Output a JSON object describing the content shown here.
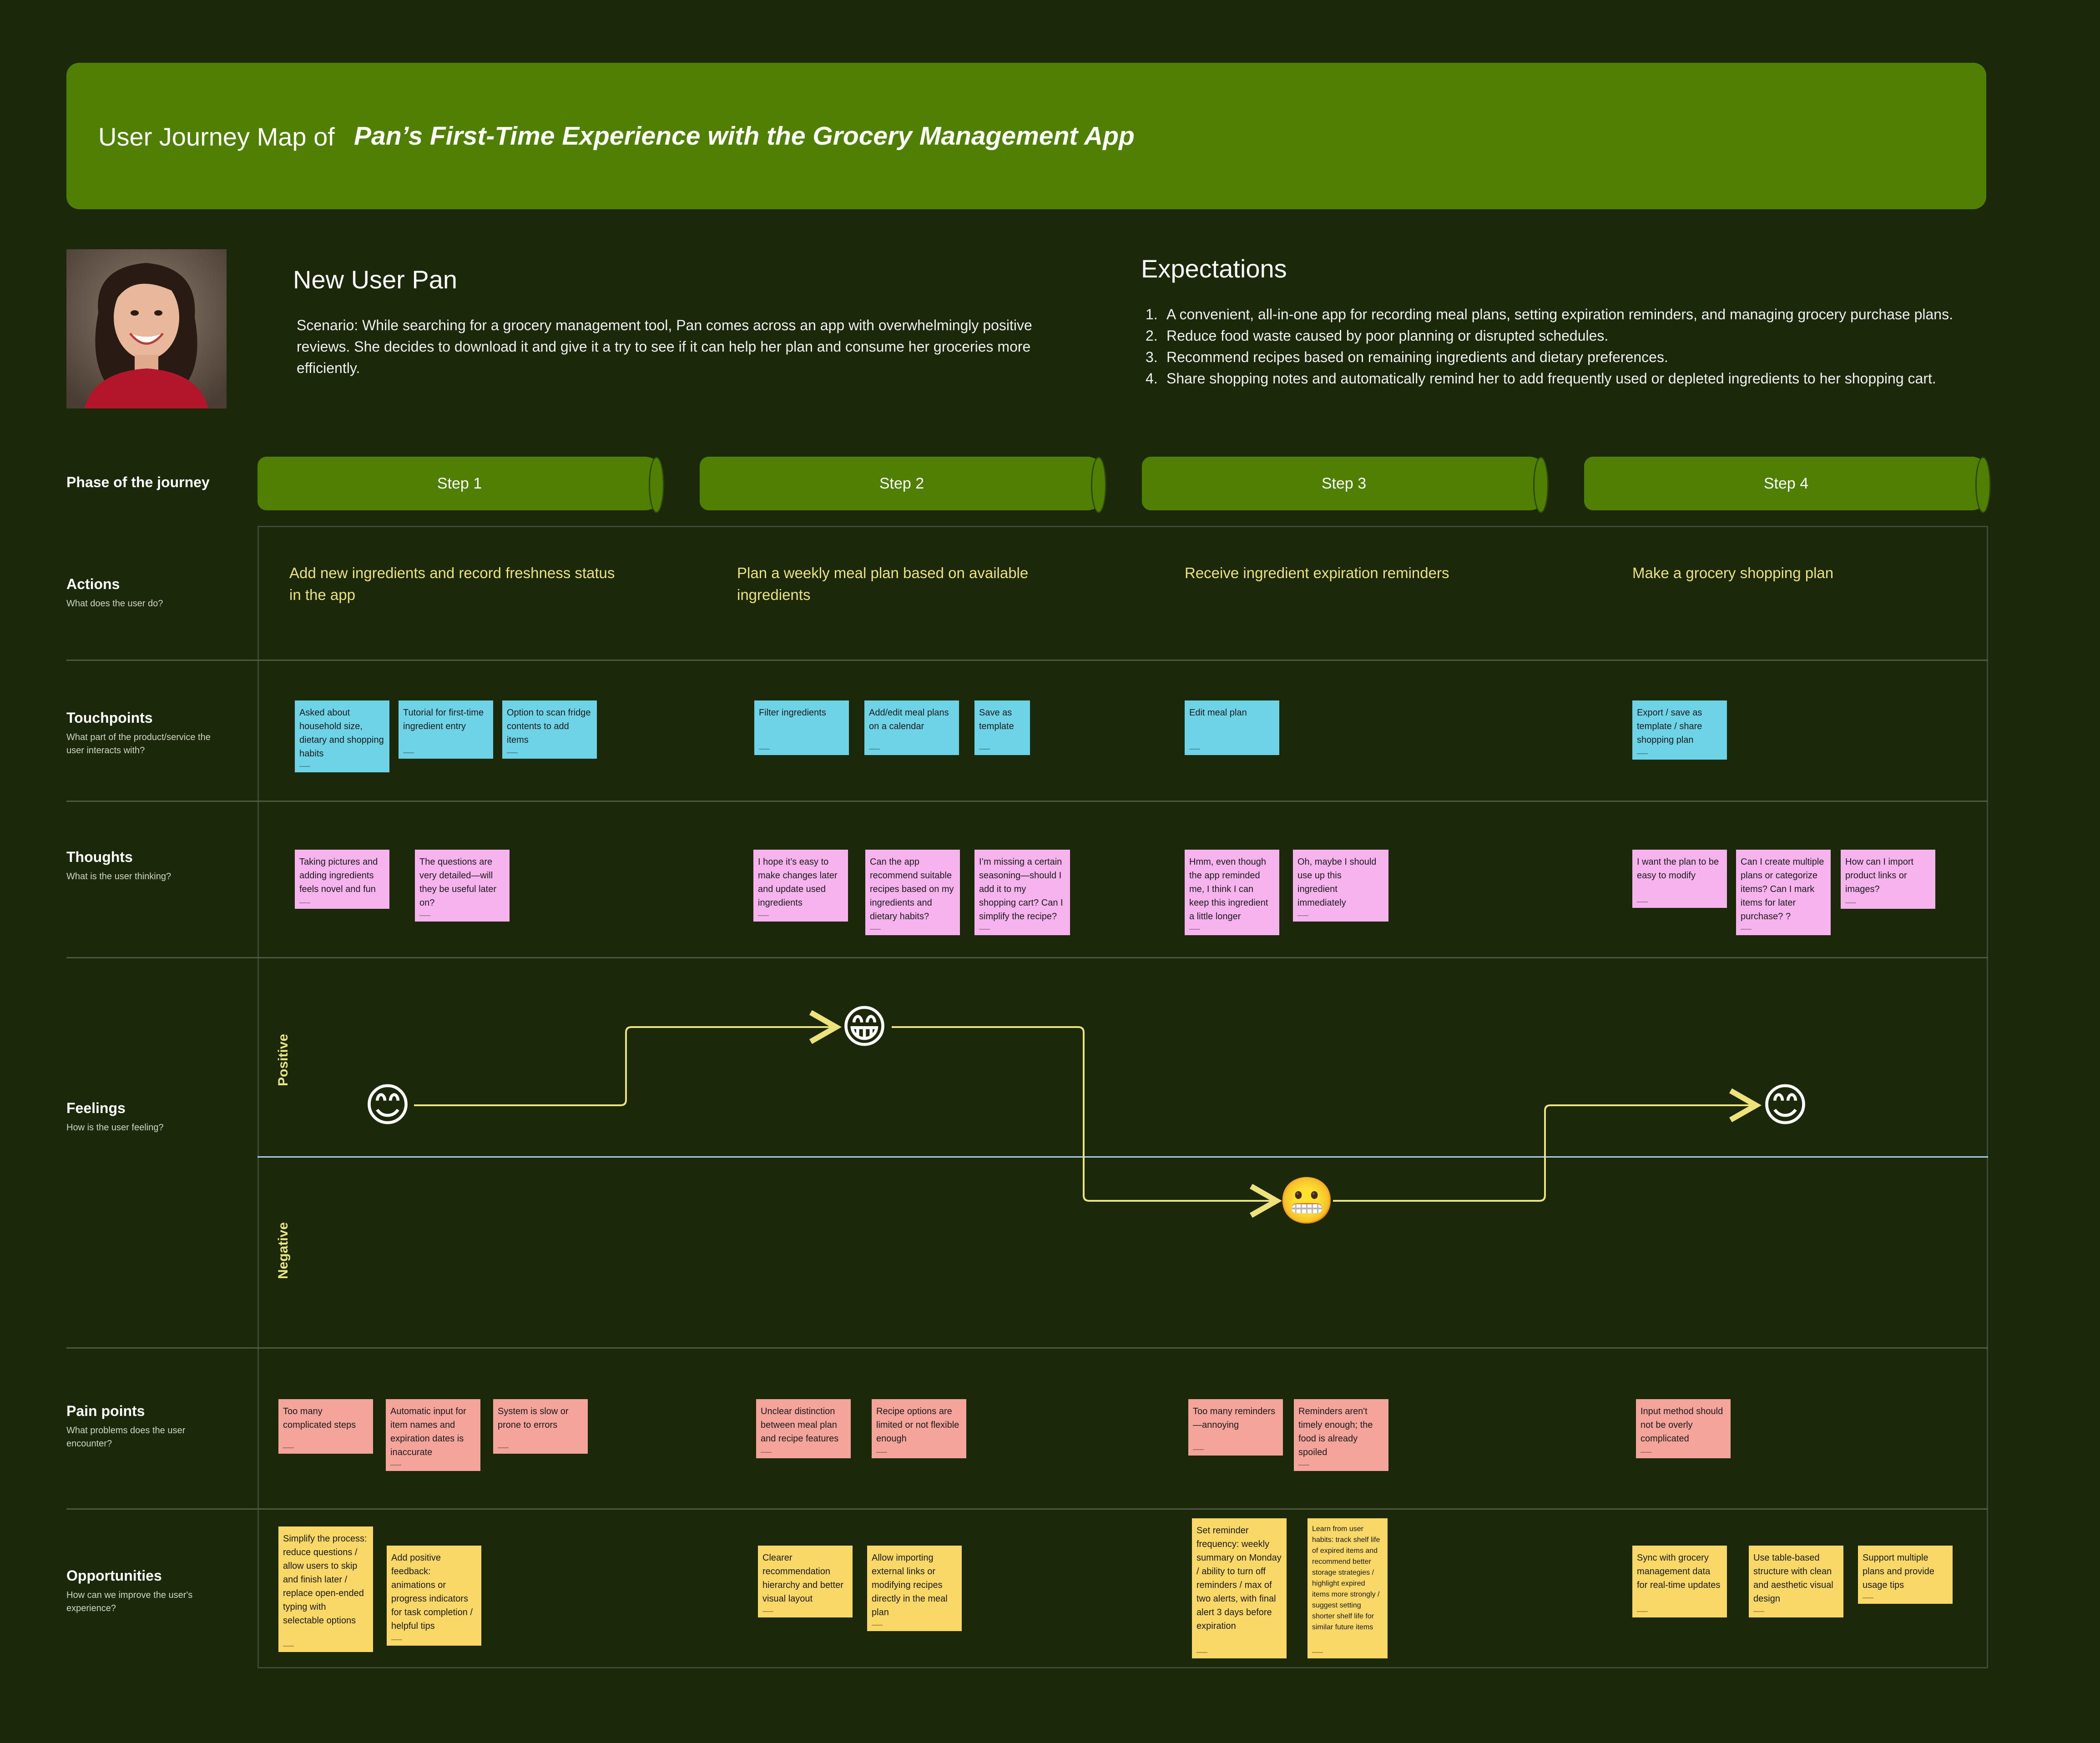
{
  "header": {
    "title_plain": "User Journey Map of",
    "title_bold": "Pan’s First-Time Experience with the Grocery Management App"
  },
  "persona": {
    "name": "New User Pan",
    "scenario": "Scenario: While searching for a grocery management tool, Pan comes across an app with overwhelmingly positive reviews. She decides to download it and give it a try to see if it can help her plan and consume her groceries more efficiently."
  },
  "expectations": {
    "title": "Expectations",
    "items": [
      {
        "num": "1.",
        "text": "A convenient, all-in-one app for recording meal plans, setting expiration reminders, and managing grocery purchase plans."
      },
      {
        "num": "2.",
        "text": "Reduce food waste caused by poor planning or disrupted schedules."
      },
      {
        "num": "3.",
        "text": "Recommend recipes based on remaining ingredients and dietary preferences."
      },
      {
        "num": "4.",
        "text": "Share shopping notes and automatically remind her to add frequently used or depleted ingredients to her shopping cart."
      }
    ]
  },
  "rows": {
    "phase": {
      "title": "Phase of the journey"
    },
    "actions": {
      "title": "Actions",
      "sub": "What does the user do?"
    },
    "touchpoints": {
      "title": "Touchpoints",
      "sub": "What part of the product/service the user interacts with?"
    },
    "thoughts": {
      "title": "Thoughts",
      "sub": "What is the user thinking?"
    },
    "feelings": {
      "title": "Feelings",
      "sub": "How is the user feeling?"
    },
    "pain": {
      "title": "Pain points",
      "sub": "What problems does the user encounter?"
    },
    "opps": {
      "title": "Opportunities",
      "sub": "How can we improve the user's experience?"
    }
  },
  "steps": [
    "Step 1",
    "Step 2",
    "Step 3",
    "Step 4"
  ],
  "actions": [
    "Add new ingredients and record freshness status in the app",
    "Plan a weekly meal plan based on available ingredients",
    "Receive ingredient expiration reminders",
    "Make a grocery shopping plan"
  ],
  "touchpoints": [
    "Asked about household size, dietary and shopping habits",
    "Tutorial for first-time ingredient entry",
    "Option to scan fridge contents to add items",
    "Filter ingredients",
    "Add/edit meal plans on a calendar",
    "Save as template",
    "Edit meal plan",
    "Export / save as template / share shopping plan"
  ],
  "thoughts": [
    "Taking pictures and adding ingredients feels novel and fun",
    "The questions are very detailed—will they be useful later on?",
    "I hope it’s easy to make changes later and update used ingredients",
    "Can the app recommend suitable recipes based on my ingredients and dietary habits?",
    "I’m missing a certain seasoning—should I add it to my shopping cart? Can I simplify the recipe?",
    "Hmm, even though the app reminded me, I think I can keep this ingredient a little longer",
    "Oh, maybe I should use up this ingredient immediately",
    "I want the plan to be easy to modify",
    "Can I create multiple plans or categorize items? Can I mark items for later purchase? ?",
    "How can I import product links or images?"
  ],
  "feelings": {
    "positive_label": "Positive",
    "negative_label": "Negative",
    "points": [
      {
        "step": 1,
        "emoji": "😊",
        "sentiment": "positive"
      },
      {
        "step": 2,
        "emoji": "😁",
        "sentiment": "very positive"
      },
      {
        "step": 3,
        "emoji": "😬",
        "sentiment": "negative"
      },
      {
        "step": 4,
        "emoji": "😊",
        "sentiment": "positive"
      }
    ],
    "icons": [
      "smiling-face-icon",
      "grinning-face-icon",
      "grimacing-face-icon",
      "smiling-face-icon"
    ]
  },
  "pain_points": [
    "Too many complicated steps",
    "Automatic input for item names and expiration dates is inaccurate",
    "System is slow or prone to errors",
    "Unclear distinction between meal plan and recipe features",
    "Recipe options are limited or not flexible enough",
    "Too many reminders—annoying",
    "Reminders aren't timely enough; the food is already spoiled",
    "Input method should not be overly complicated"
  ],
  "opportunities": [
    "Simplify the process: reduce questions / allow users to skip and finish later / replace open-ended typing with selectable options",
    "Add positive feedback: animations or progress indicators for task completion / helpful tips",
    "Clearer recommendation hierarchy and better visual layout",
    "Allow importing external links or modifying recipes directly in the meal plan",
    "Set reminder frequency: weekly summary on Monday / ability to turn off reminders / max of two alerts, with final alert 3 days before expiration",
    "Learn from user habits: track shelf life of expired items and recommend better storage strategies / highlight expired items more strongly / suggest setting shorter shelf life for similar future items",
    "Sync with grocery management data for real-time updates",
    "Use table-based structure with clean and aesthetic visual design",
    "Support multiple plans and provide usage tips"
  ],
  "colors": {
    "background": "#1b2809",
    "banner": "#4f7f03",
    "touchpoint_note": "#6fd3e8",
    "thought_note": "#f7b3ee",
    "pain_note": "#f5a49b",
    "opportunity_note": "#f9d868",
    "action_text": "#ece27b",
    "curve": "#eee27a"
  }
}
